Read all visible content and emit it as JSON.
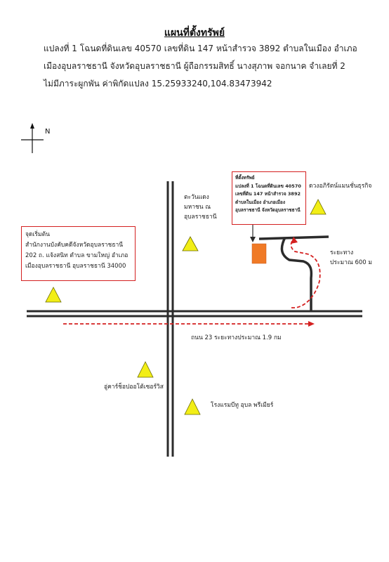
{
  "header": {
    "title": "แผนที่ตั้งทรัพย์",
    "description_lines": [
      "แปลงที่ 1 โฉนดที่ดินเลข 40570 เลขที่ดิน 147 หน้าสำรวจ 3892 ตำบลในเมือง อำเภอ",
      "เมืองอุบลราชธานี จังหวัดอุบลราชธานี ผู้ถือกรรมสิทธิ์ นางสุภาพ  จอกนาค จำเลยที่ 2",
      "ไม่มีภาระผูกพัน ค่าพิกัดแปลง 15.25933240,104.83473942"
    ]
  },
  "map": {
    "north_label": "N",
    "start_box": {
      "lines": [
        "จุดเริ่มต้น",
        "สำนักงานบังคับคดีจังหวัดอุบลราชธานี",
        "202 ถ. แจ้งสนิท ตำบล ขามใหญ่ อำเภอ",
        "เมืองอุบลราชธานี อุบลราชธานี 34000"
      ]
    },
    "target_box": {
      "lines": [
        "ที่ตั้งทรัพย์",
        "แปลงที่ 1 โฉนดที่ดินเลข 40570",
        "เลขที่ดิน 147 หน้าสำรวจ 3892",
        "ตำบลในเมือง อำเภอเมือง",
        "อุบลราชธานี จังหวัดอุบลราชธานี"
      ]
    },
    "landmarks": {
      "chaweng": [
        "ตะวันแดง",
        "มหาชน ณ",
        "อุบลราชธานี"
      ],
      "jewelry": "ดวงอภิรัตน์แมนชั่นธุรกิจ",
      "carcare": "อู่คาร์ช็อปออโต้เซอร์วิส",
      "hotel": "โรงแรมบีทู อุบล พรีเมียร์"
    },
    "distance_side": [
      "ระยะทาง",
      "ประมาณ 600 ม"
    ],
    "distance_main": "ถนน 23 ระยะทางประมาณ 1.9 กม",
    "colors": {
      "road": "#2b2b2b",
      "route": "#d42020",
      "landmark_fill": "#f2ee16",
      "landmark_stroke": "#6a6a00",
      "property": "#f07a26",
      "box_border": "#d42020"
    }
  }
}
